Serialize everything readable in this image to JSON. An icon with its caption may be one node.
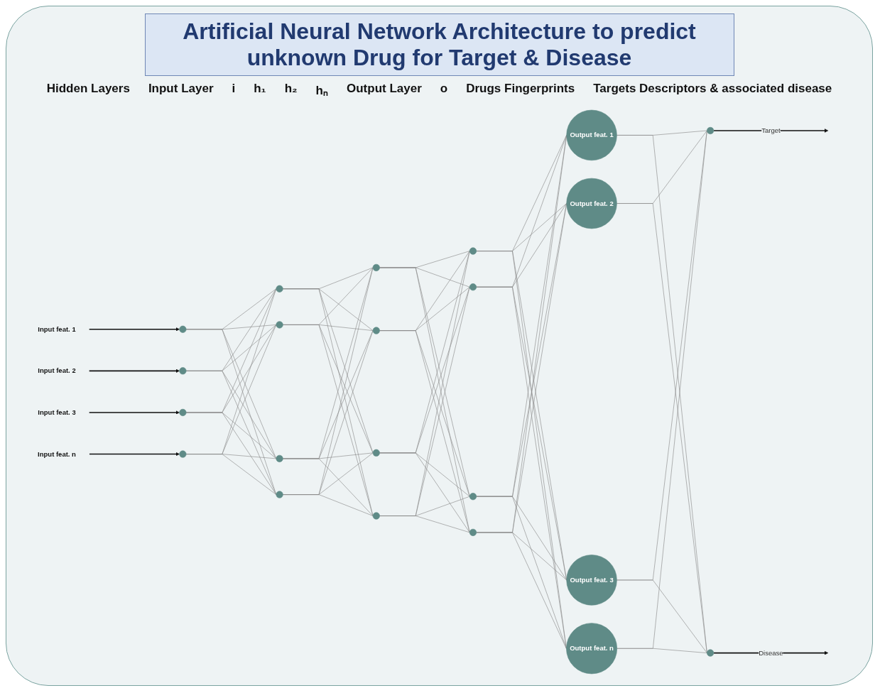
{
  "diagram": {
    "title": "Artificial Neural Network Architecture to predict unknown Drug for Target & Disease",
    "nodes": [
      {
        "text": [
          "Input feat. 1"
        ]
      },
      {
        "text": [
          "Input feat. 2"
        ]
      },
      {
        "text": [
          "Input feat. 3"
        ]
      },
      {
        "text": [
          "Input feat. n"
        ]
      },
      {
        "text": [],
        "shape": "circle"
      },
      {
        "text": [],
        "shape": "circle"
      },
      {
        "text": [],
        "shape": "circle"
      },
      {
        "text": [],
        "shape": "circle"
      },
      {
        "text": [],
        "shape": "circle"
      },
      {
        "text": [],
        "shape": "circle"
      },
      {
        "text": [],
        "shape": "circle"
      },
      {
        "text": [],
        "shape": "circle"
      },
      {
        "text": [],
        "shape": "circle"
      },
      {
        "text": [],
        "shape": "circle"
      },
      {
        "text": [],
        "shape": "circle"
      },
      {
        "text": [],
        "shape": "circle"
      },
      {
        "text": [],
        "shape": "circle"
      },
      {
        "text": [],
        "shape": "circle"
      },
      {
        "text": [],
        "shape": "circle"
      },
      {
        "text": [],
        "shape": "circle"
      },
      {
        "text": [
          "Output feat. 1"
        ]
      },
      {
        "text": [
          "Output feat. 2"
        ]
      },
      {
        "text": [
          "Output feat. 3"
        ]
      },
      {
        "text": [
          "Output feat. n"
        ]
      },
      {
        "text": [],
        "shape": "circle"
      },
      {
        "text": [],
        "shape": "circle"
      }
    ],
    "edges": [
      {
        "from": 0,
        "to": 4,
        "arrow": "to",
        "color": "#111111"
      },
      {
        "from": 1,
        "to": 5,
        "arrow": "to",
        "color": "#111111"
      },
      {
        "from": 2,
        "to": 6,
        "arrow": "to",
        "color": "#111111"
      },
      {
        "from": 3,
        "to": 7,
        "arrow": "to",
        "color": "#111111"
      },
      {
        "from": 4,
        "to": 8,
        "arrow": "none"
      },
      {
        "from": 4,
        "to": 9,
        "arrow": "none"
      },
      {
        "from": 4,
        "to": 10,
        "arrow": "none"
      },
      {
        "from": 4,
        "to": 11,
        "arrow": "none"
      },
      {
        "from": 5,
        "to": 8,
        "arrow": "none"
      },
      {
        "from": 5,
        "to": 9,
        "arrow": "none"
      },
      {
        "from": 5,
        "to": 10,
        "arrow": "none"
      },
      {
        "from": 5,
        "to": 11,
        "arrow": "none"
      },
      {
        "from": 6,
        "to": 8,
        "arrow": "none"
      },
      {
        "from": 6,
        "to": 9,
        "arrow": "none"
      },
      {
        "from": 6,
        "to": 10,
        "arrow": "none"
      },
      {
        "from": 6,
        "to": 11,
        "arrow": "none"
      },
      {
        "from": 7,
        "to": 8,
        "arrow": "none"
      },
      {
        "from": 7,
        "to": 9,
        "arrow": "none"
      },
      {
        "from": 7,
        "to": 10,
        "arrow": "none"
      },
      {
        "from": 7,
        "to": 11,
        "arrow": "none"
      },
      {
        "from": 8,
        "to": 12,
        "arrow": "none"
      },
      {
        "from": 8,
        "to": 13,
        "arrow": "none"
      },
      {
        "from": 8,
        "to": 14,
        "arrow": "none"
      },
      {
        "from": 8,
        "to": 15,
        "arrow": "none"
      },
      {
        "from": 9,
        "to": 12,
        "arrow": "none"
      },
      {
        "from": 9,
        "to": 13,
        "arrow": "none"
      },
      {
        "from": 9,
        "to": 14,
        "arrow": "none"
      },
      {
        "from": 9,
        "to": 15,
        "arrow": "none"
      },
      {
        "from": 10,
        "to": 12,
        "arrow": "none"
      },
      {
        "from": 10,
        "to": 13,
        "arrow": "none"
      },
      {
        "from": 10,
        "to": 14,
        "arrow": "none"
      },
      {
        "from": 10,
        "to": 15,
        "arrow": "none"
      },
      {
        "from": 11,
        "to": 12,
        "arrow": "none"
      },
      {
        "from": 11,
        "to": 13,
        "arrow": "none"
      },
      {
        "from": 11,
        "to": 14,
        "arrow": "none"
      },
      {
        "from": 11,
        "to": 15,
        "arrow": "none"
      },
      {
        "from": 12,
        "to": 16,
        "arrow": "none"
      },
      {
        "from": 12,
        "to": 17,
        "arrow": "none"
      },
      {
        "from": 12,
        "to": 18,
        "arrow": "none"
      },
      {
        "from": 12,
        "to": 19,
        "arrow": "none"
      },
      {
        "from": 13,
        "to": 16,
        "arrow": "none"
      },
      {
        "from": 13,
        "to": 17,
        "arrow": "none"
      },
      {
        "from": 13,
        "to": 18,
        "arrow": "none"
      },
      {
        "from": 13,
        "to": 19,
        "arrow": "none"
      },
      {
        "from": 14,
        "to": 16,
        "arrow": "none"
      },
      {
        "from": 14,
        "to": 17,
        "arrow": "none"
      },
      {
        "from": 14,
        "to": 18,
        "arrow": "none"
      },
      {
        "from": 14,
        "to": 19,
        "arrow": "none"
      },
      {
        "from": 15,
        "to": 16,
        "arrow": "none"
      },
      {
        "from": 15,
        "to": 17,
        "arrow": "none"
      },
      {
        "from": 15,
        "to": 18,
        "arrow": "none"
      },
      {
        "from": 15,
        "to": 19,
        "arrow": "none"
      },
      {
        "from": 16,
        "to": 20,
        "arrow": "none"
      },
      {
        "from": 16,
        "to": 21,
        "arrow": "none"
      },
      {
        "from": 16,
        "to": 22,
        "arrow": "none"
      },
      {
        "from": 16,
        "to": 23,
        "arrow": "none"
      },
      {
        "from": 17,
        "to": 20,
        "arrow": "none"
      },
      {
        "from": 17,
        "to": 21,
        "arrow": "none"
      },
      {
        "from": 17,
        "to": 22,
        "arrow": "none"
      },
      {
        "from": 17,
        "to": 23,
        "arrow": "none"
      },
      {
        "from": 18,
        "to": 20,
        "arrow": "none"
      },
      {
        "from": 18,
        "to": 21,
        "arrow": "none"
      },
      {
        "from": 18,
        "to": 22,
        "arrow": "none"
      },
      {
        "from": 18,
        "to": 23,
        "arrow": "none"
      },
      {
        "from": 19,
        "to": 20,
        "arrow": "none"
      },
      {
        "from": 19,
        "to": 21,
        "arrow": "none"
      },
      {
        "from": 19,
        "to": 22,
        "arrow": "none"
      },
      {
        "from": 19,
        "to": 23,
        "arrow": "none"
      },
      {
        "from": 20,
        "to": 24,
        "arrow": "none"
      },
      {
        "from": 20,
        "to": 25,
        "arrow": "none"
      },
      {
        "from": 21,
        "to": 24,
        "arrow": "none"
      },
      {
        "from": 21,
        "to": 25,
        "arrow": "none"
      },
      {
        "from": 22,
        "to": 24,
        "arrow": "none"
      },
      {
        "from": 22,
        "to": 25,
        "arrow": "none"
      },
      {
        "from": 23,
        "to": 24,
        "arrow": "none"
      },
      {
        "from": 23,
        "to": 25,
        "arrow": "none"
      },
      {
        "from": 24,
        "to": null,
        "label": "Target",
        "arrow": "to",
        "color": "#111111"
      },
      {
        "from": 25,
        "to": null,
        "label": "Disease",
        "arrow": "to",
        "color": "#111111"
      }
    ],
    "labels": [
      "Hidden Layers",
      "Input Layer",
      "i",
      "h₁",
      "h₂",
      "hₙ",
      "Output Layer",
      "o",
      "Drugs Fingerprints",
      "Targets Descriptors & associated disease"
    ]
  }
}
